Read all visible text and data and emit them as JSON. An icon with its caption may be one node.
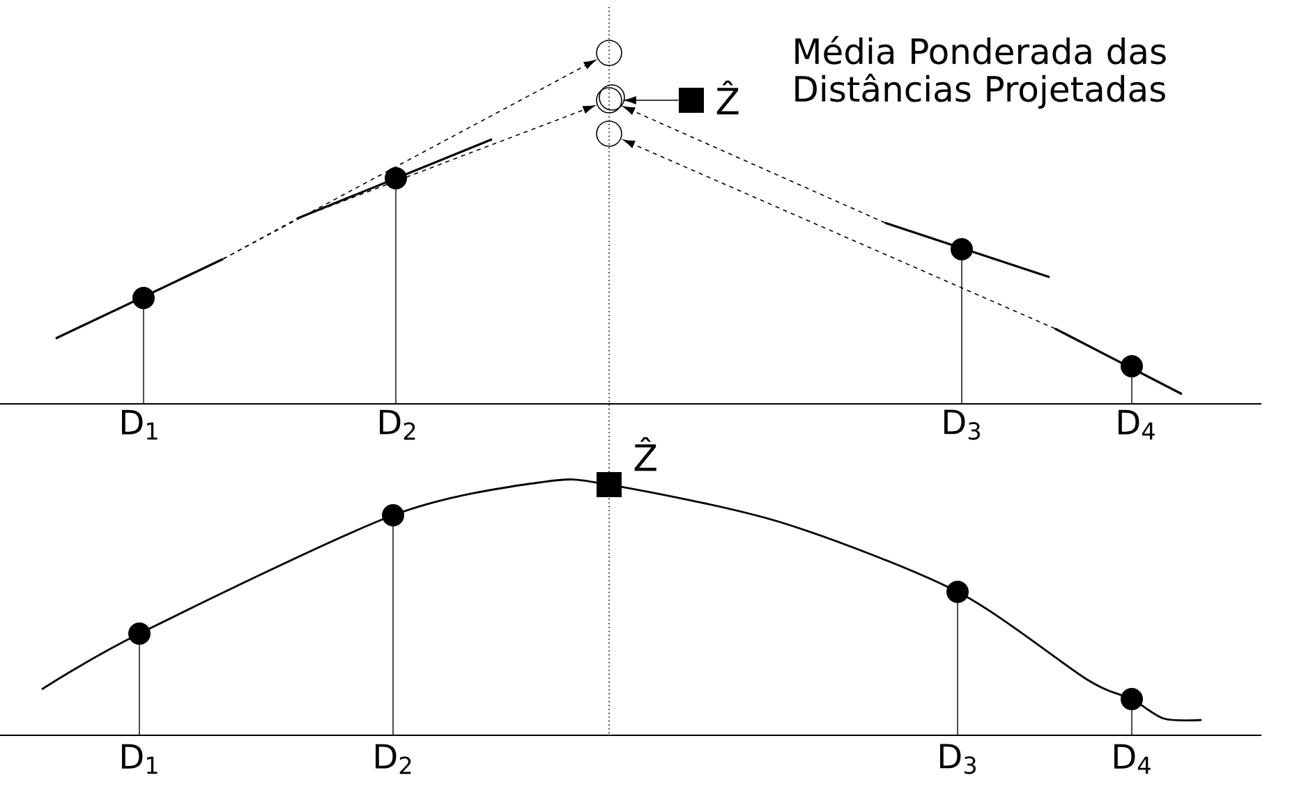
{
  "diagram": {
    "nodes": [
      {
        "text": [],
        "shape": "circle"
      },
      {
        "text": [],
        "shape": "circle"
      },
      {
        "text": [],
        "shape": "circle"
      },
      {
        "text": [],
        "shape": "box",
        "beside": [
          "Ẑ"
        ]
      },
      {
        "text": [],
        "shape": "box",
        "beside": [
          "Ẑ"
        ]
      }
    ],
    "edges": [
      {
        "from": null,
        "to": 0,
        "arrow": "to",
        "style": "dashed"
      },
      {
        "from": null,
        "to": 1,
        "arrow": "to",
        "style": "dashed"
      },
      {
        "from": null,
        "to": 1,
        "arrow": "to",
        "style": "dashed"
      },
      {
        "from": null,
        "to": 2,
        "arrow": "to",
        "style": "dashed"
      },
      {
        "from": 3,
        "to": 1,
        "arrow": "to"
      }
    ],
    "labels": [
      "Média Ponderada das Distâncias Projetadas",
      "D$_{1}$",
      "D$_{2}$",
      "D$_{3}$",
      "D$_{4}$",
      "D$_{1}$",
      "D$_{2}$",
      "D$_{3}$",
      "D$_{4}$"
    ]
  }
}
